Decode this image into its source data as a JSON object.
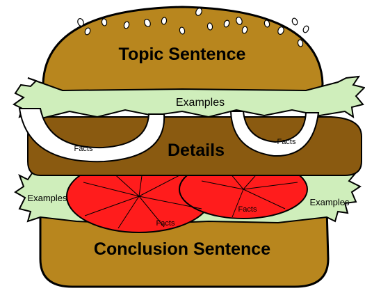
{
  "labels": {
    "topic": "Topic Sentence",
    "details": "Details",
    "conclusion": "Conclusion Sentence",
    "examples_top": "Examples",
    "examples_left": "Examples",
    "examples_right": "Examples",
    "facts_onion_left": "Facts",
    "facts_onion_right": "Facts",
    "facts_tomato_left": "Facts",
    "facts_tomato_right": "Facts"
  },
  "colors": {
    "bun": "#b8861e",
    "patty": "#8a5a10",
    "lettuce": "#cfeebb",
    "tomato": "#ff1c1c",
    "onion": "#ffffff",
    "outline": "#000000"
  }
}
